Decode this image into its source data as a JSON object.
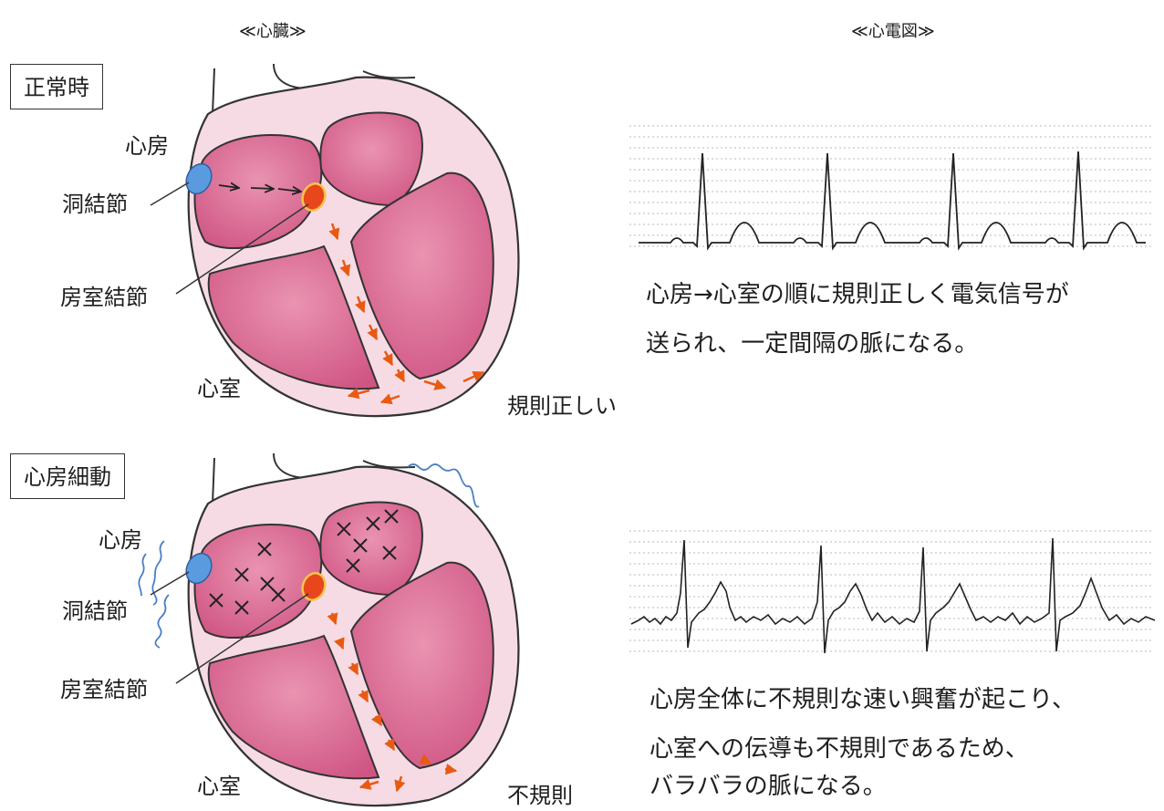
{
  "headers": {
    "heart": "≪心臓≫",
    "ecg": "≪心電図≫"
  },
  "normal": {
    "title": "正常時",
    "atrium": "心房",
    "sa_node": "洞結節",
    "av_node": "房室結節",
    "ventricle": "心室",
    "rhythm": "規則正しい",
    "desc_line1": "心房→心室の順に規則正しく電気信号が",
    "desc_line2": "送られ、一定間隔の脈になる。"
  },
  "af": {
    "title": "心房細動",
    "atrium": "心房",
    "sa_node": "洞結節",
    "av_node": "房室結節",
    "ventricle": "心室",
    "rhythm": "不規則",
    "desc_line1": "心房全体に不規則な速い興奮が起こり、",
    "desc_line2": "心室への伝導も不規則であるため、",
    "desc_line3": "バラバラの脈になる。"
  },
  "colors": {
    "heart_outer": "#f6dbe4",
    "chamber": "#dc6d93",
    "chamber_light": "#e98aaa",
    "sa_node": "#5a9be0",
    "av_node": "#e8461c",
    "arrow_orange": "#e85a12",
    "wave_blue": "#4a7fc4",
    "ecg_line": "#222222",
    "grid": "#b8b8b8"
  }
}
